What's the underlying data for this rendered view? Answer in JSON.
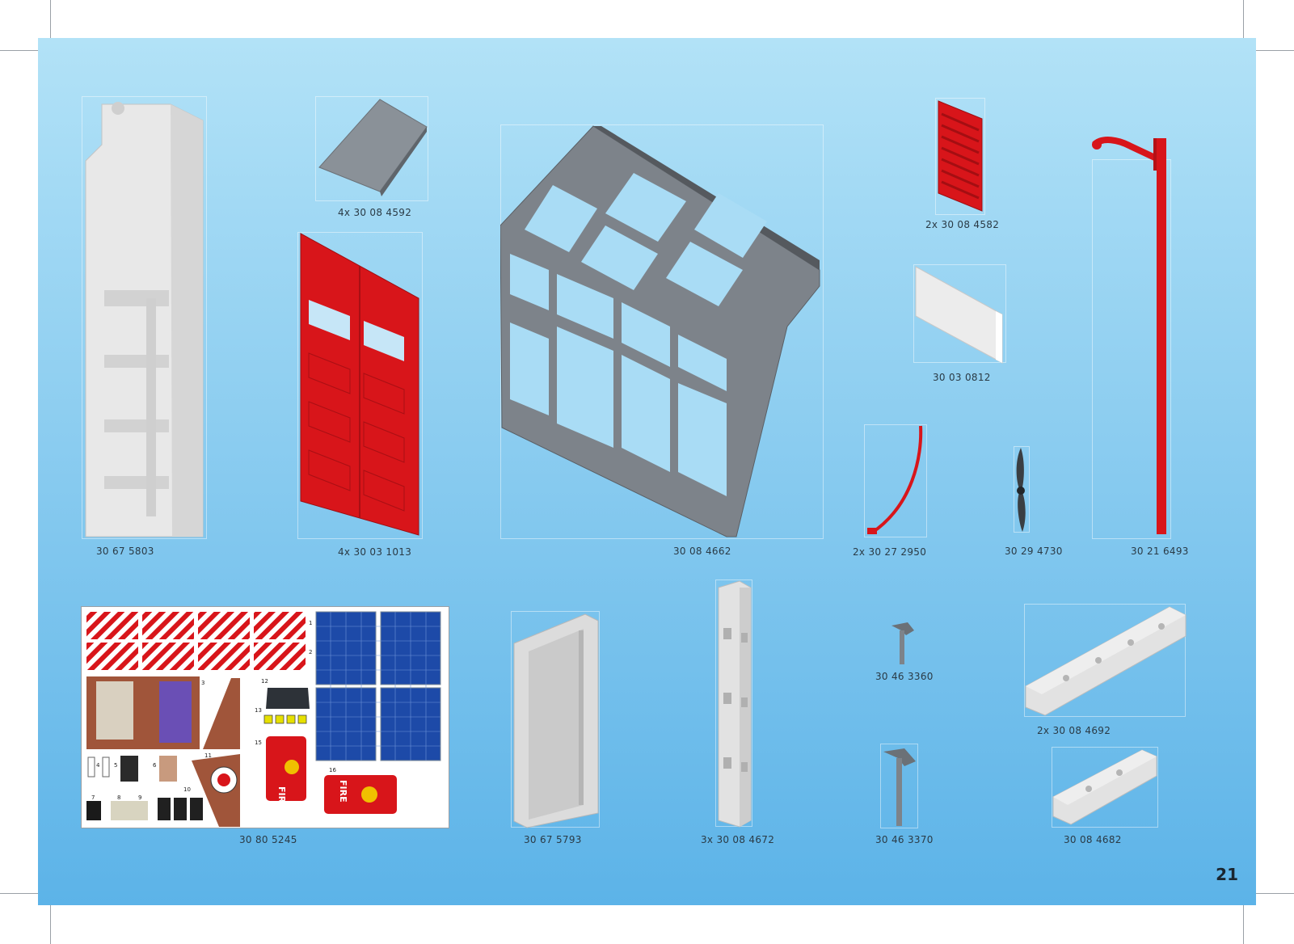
{
  "page_number": "21",
  "parts": [
    {
      "id": "wall-panel-tall",
      "label": "30 67 5803"
    },
    {
      "id": "roof-tile",
      "label": "4x 30 08 4592"
    },
    {
      "id": "red-door",
      "label": "4x 30 03 1013"
    },
    {
      "id": "window-frame",
      "label": "30 08 4662"
    },
    {
      "id": "red-shutter",
      "label": "2x 30 08 4582"
    },
    {
      "id": "white-plate",
      "label": "30 03 0812"
    },
    {
      "id": "hose",
      "label": "2x 30 27 2950"
    },
    {
      "id": "propeller",
      "label": "30 29 4730"
    },
    {
      "id": "lamp-pole",
      "label": "30 21 6493"
    },
    {
      "id": "sticker-sheet",
      "label": "30 80 5245"
    },
    {
      "id": "wall-panel-small",
      "label": "30 67 5793"
    },
    {
      "id": "pillar",
      "label": "3x 30 08 4672"
    },
    {
      "id": "small-axe",
      "label": "30 46 3360"
    },
    {
      "id": "long-beam",
      "label": "2x 30 08 4692"
    },
    {
      "id": "large-axe",
      "label": "30 46 3370"
    },
    {
      "id": "short-beam",
      "label": "30 08 4682"
    }
  ],
  "sticker_numbers": [
    "1",
    "2",
    "3",
    "4",
    "5",
    "6",
    "7",
    "8",
    "9",
    "10",
    "11",
    "12",
    "13",
    "15",
    "16"
  ],
  "sticker_text": {
    "fire": "FIRE"
  },
  "colors": {
    "panel_top": "#b2e2f7",
    "panel_bottom": "#5cb3e8",
    "red": "#d8151a",
    "grey": "#7a7f86",
    "white_part": "#e6e6e6"
  }
}
